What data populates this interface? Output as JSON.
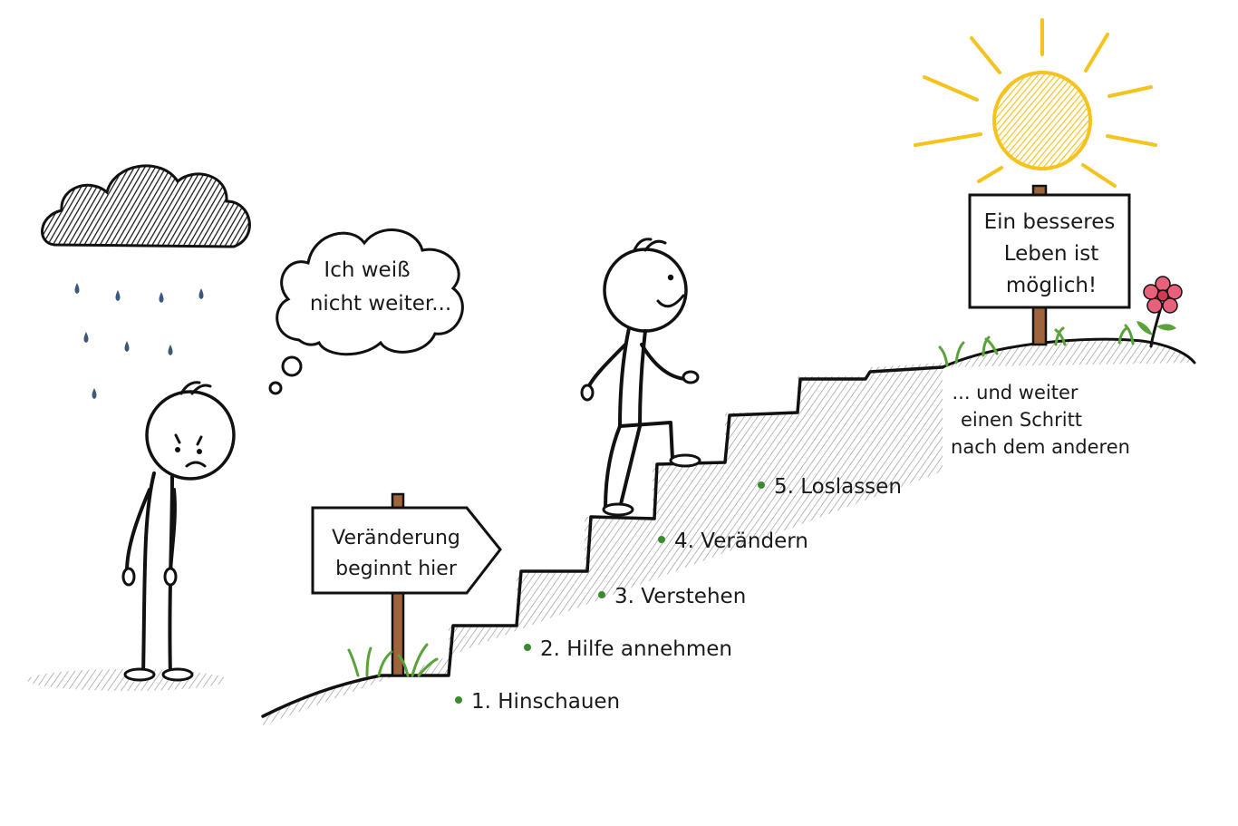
{
  "thought_bubble": {
    "line1": "Ich weiß",
    "line2": "nicht weiter..."
  },
  "start_sign": {
    "line1": "Veränderung",
    "line2": "beginnt hier"
  },
  "goal_sign": {
    "line1": "Ein besseres",
    "line2": "Leben ist",
    "line3": "möglich!"
  },
  "steps": [
    {
      "label": "1. Hinschauen"
    },
    {
      "label": "2. Hilfe annehmen"
    },
    {
      "label": "3. Verstehen"
    },
    {
      "label": "4. Verändern"
    },
    {
      "label": "5. Loslassen"
    }
  ],
  "continuation": {
    "line1": "... und weiter",
    "line2": "einen Schritt",
    "line3": "nach dem anderen"
  },
  "colors": {
    "bullet": "#3a8a2e",
    "sun": "#f6c21c",
    "sun_fill": "#fbd84a",
    "rain": "#3b5a7a",
    "cloud": "#2a2a2a",
    "grass": "#5aa33a",
    "flower": "#e8607a",
    "wood": "#a0643a"
  },
  "icons": {
    "cloud": "rain-cloud-icon",
    "sun": "sun-icon",
    "flower": "flower-icon"
  }
}
